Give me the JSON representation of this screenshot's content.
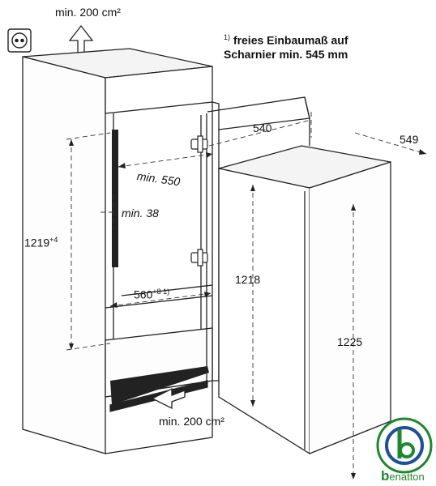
{
  "labels": {
    "vent_top": "min. 200 cm²",
    "vent_bottom": "min. 200 cm²",
    "note_marker": "1)",
    "note_line1": "freies Einbaumaß auf",
    "note_line2": "Scharnier min. 545 mm",
    "dim_depth_niche": "540",
    "dim_depth_appliance": "549",
    "dim_min550": "min. 550",
    "dim_min38": "min. 38",
    "dim_niche_height_base": "1219",
    "dim_niche_height_sup": "+4",
    "dim_niche_width_base": "560",
    "dim_niche_width_sup": "+8 1)",
    "dim_door_height": "1218",
    "dim_appliance_height": "1225"
  },
  "logo": {
    "text_b": "b",
    "text_rest": "enatton",
    "colors": {
      "green": "#1a8a2a",
      "blue": "#1c4fa0"
    }
  },
  "icons": [
    "power-socket-icon",
    "airflow-up-arrow-icon",
    "airflow-in-arrow-icon"
  ]
}
